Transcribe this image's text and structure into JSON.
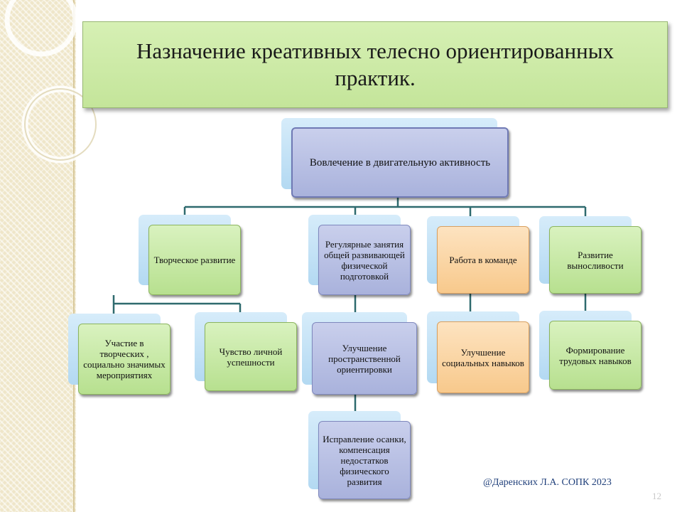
{
  "title": "Назначение креативных телесно ориентированных практик.",
  "nodes": {
    "root": "Вовлечение в двигательную активность",
    "creative_development": "Творческое развитие",
    "creative_events": "Участие в творческих , социально значимых мероприятиях",
    "personal_success": "Чувство личной успешности",
    "regular_pt": "Регулярные занятия общей развивающей физической подготовкой",
    "spatial_orientation": "Улучшение пространственной ориентировки",
    "posture_correction": "Исправление осанки, компенсация недостатков физического развития",
    "teamwork": "Работа в команде",
    "social_skills": "Улучшение социальных навыков",
    "endurance": "Развитие выносливости",
    "labor_skills": "Формирование трудовых навыков"
  },
  "footer": "@Даренских Л.А. СОПК 2023",
  "page_number": "12",
  "colors": {
    "green_node": "#c4e59a",
    "purple_node": "#b3bbe0",
    "orange_node": "#f9cf98",
    "shadow_blue": "#bfe0f5",
    "connector": "#2e6a6e"
  }
}
